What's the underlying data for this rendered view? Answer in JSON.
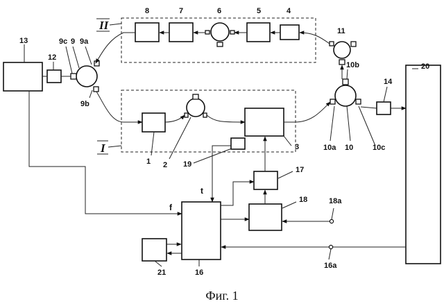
{
  "diagram": {
    "blocks": {
      "b1": "1",
      "b2": "2",
      "b3": "3",
      "b4": "4",
      "b5": "5",
      "b6": "6",
      "b7": "7",
      "b8": "8",
      "b9": "9",
      "b9a": "9a",
      "b9b": "9b",
      "b9c": "9c",
      "b10": "10",
      "b10a": "10a",
      "b10b": "10b",
      "b10c": "10c",
      "b11": "11",
      "b12": "12",
      "b13": "13",
      "b14": "14",
      "b16": "16",
      "b16a": "16a",
      "b17": "17",
      "b18": "18",
      "b18a": "18a",
      "b19": "19",
      "b20": "20",
      "b21": "21"
    },
    "groups": {
      "group1": "I",
      "group2": "II"
    },
    "signals": {
      "t": "t",
      "f": "f"
    },
    "caption": "Фиг. 1"
  }
}
